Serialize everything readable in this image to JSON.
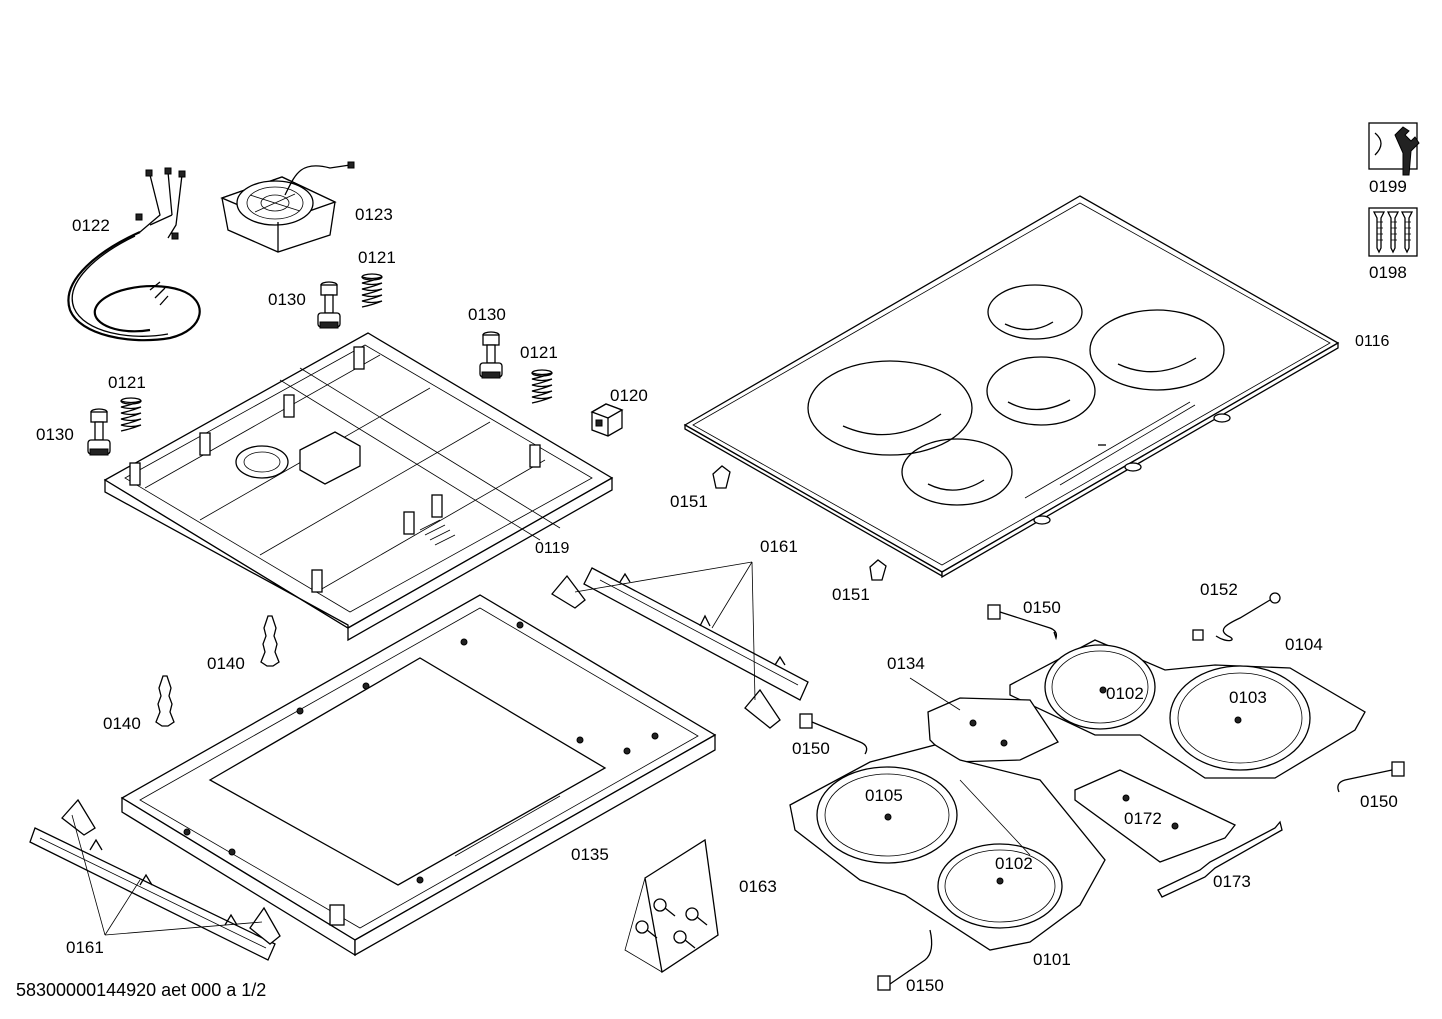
{
  "labels": {
    "p0122": "0122",
    "p0123": "0123",
    "p0121_a": "0121",
    "p0130_a": "0130",
    "p0130_b": "0130",
    "p0121_b": "0121",
    "p0121_c": "0121",
    "p0130_c": "0130",
    "p0120": "0120",
    "p0119": "0119",
    "p0116": "0116",
    "p0199": "0199",
    "p0198": "0198",
    "p0151_a": "0151",
    "p0151_b": "0151",
    "p0161_a": "0161",
    "p0161_b": "0161",
    "p0140_a": "0140",
    "p0140_b": "0140",
    "p0135": "0135",
    "p0163": "0163",
    "p0152": "0152",
    "p0150_a": "0150",
    "p0150_b": "0150",
    "p0150_c": "0150",
    "p0150_d": "0150",
    "p0104": "0104",
    "p0134": "0134",
    "p0102_a": "0102",
    "p0103": "0103",
    "p0105": "0105",
    "p0102_b": "0102",
    "p0172": "0172",
    "p0173": "0173",
    "p0101": "0101"
  },
  "footer": {
    "doc_code": "58300000144920 aet 000 a 1/2"
  },
  "icons": {
    "service_icon": "wrench-icon",
    "screws_icon": "screws-icon"
  }
}
